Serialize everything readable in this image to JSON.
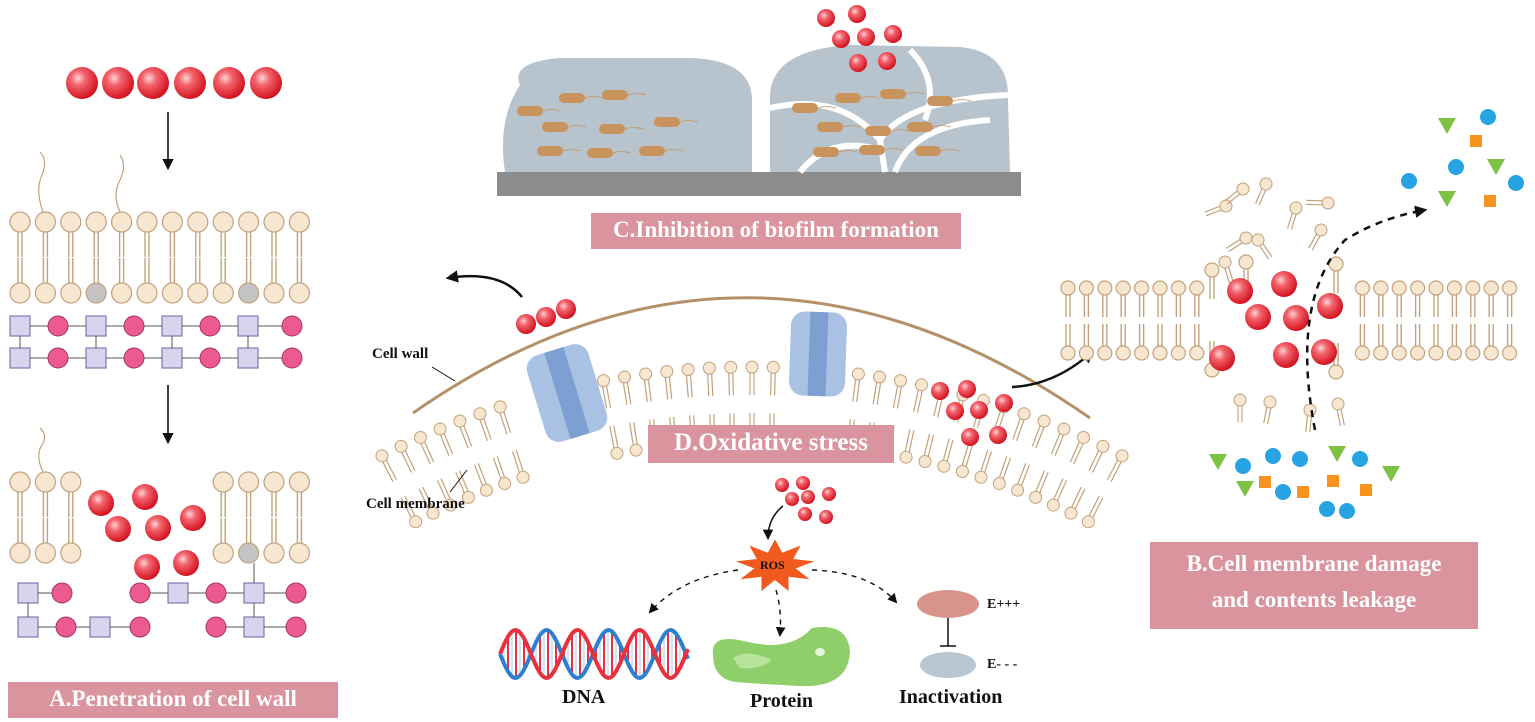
{
  "panels": {
    "a": "A.Penetration of cell wall",
    "b_line1": "B.Cell membrane damage",
    "b_line2": "and contents leakage",
    "c": "C.Inhibition of biofilm formation",
    "d": "D.Oxidative stress"
  },
  "labels": {
    "cell_wall": "Cell wall",
    "cell_membrane": "Cell membrane",
    "ros": "ROS",
    "dna": "DNA",
    "protein": "Protein",
    "inactivation": "Inactivation",
    "e_plus": "E+++",
    "e_minus": "E- - -"
  },
  "colors": {
    "nanoparticle": "#e8313c",
    "lipid_head": "#f7e6d0",
    "lipid_outline": "#c2a27c",
    "peptidoglycan_square": "#d9d3ee",
    "peptidoglycan_circle": "#ec5a90",
    "biofilm": "#b6c2cc",
    "bacteria": "#c9935e",
    "channel": "#a9c2e4",
    "label_bg": "#d9949e",
    "ros_star": "#f05a1e",
    "protein": "#8fcf6a",
    "leak_triangle": "#7dc242",
    "leak_circle": "#27a3e3",
    "leak_square": "#f7941d"
  }
}
